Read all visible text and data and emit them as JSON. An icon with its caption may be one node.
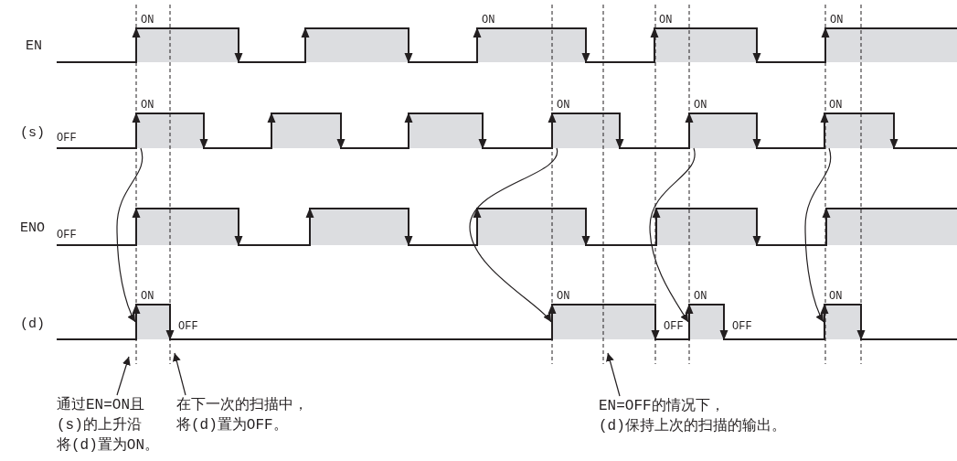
{
  "diagram": {
    "nodes": [
      {
        "text": [
          "ON"
        ]
      },
      {
        "text": [],
        "shape": "bar"
      },
      {
        "text": [
          "ON"
        ]
      },
      {
        "text": [
          "ON"
        ]
      },
      {
        "text": [
          "ON"
        ]
      },
      {
        "text": [
          "ON"
        ]
      },
      {
        "text": [],
        "shape": "bar"
      },
      {
        "text": [],
        "shape": "bar"
      },
      {
        "text": [
          "ON"
        ]
      },
      {
        "text": [
          "ON"
        ]
      },
      {
        "text": [
          "ON"
        ]
      },
      {
        "text": [],
        "shape": "bar"
      },
      {
        "text": [],
        "shape": "bar"
      },
      {
        "text": [],
        "shape": "bar"
      },
      {
        "text": [],
        "shape": "bar"
      },
      {
        "text": [],
        "shape": "bar"
      },
      {
        "text": [
          "ON"
        ],
        "beside": [
          "OFF"
        ]
      },
      {
        "text": [
          "ON"
        ],
        "beside": [
          "OFF"
        ]
      },
      {
        "text": [
          "ON"
        ],
        "beside": [
          "OFF"
        ]
      },
      {
        "text": [
          "ON"
        ]
      },
      {
        "text": [
          "通过EN=ON且(s)的上升沿将(d)置为ON。"
        ]
      },
      {
        "text": [
          "在下一次的扫描中，将(d)置为OFF。"
        ]
      },
      {
        "text": [
          "EN=OFF的情况下，(d)保持上次的扫描的输出。"
        ]
      }
    ],
    "edges": [
      {
        "from": 5,
        "to": 16,
        "arrow": "to"
      },
      {
        "from": 8,
        "to": 17,
        "arrow": "to"
      },
      {
        "from": 9,
        "to": 18,
        "arrow": "to"
      },
      {
        "from": 10,
        "to": 19,
        "arrow": "to"
      },
      {
        "from": 20,
        "to": 16,
        "arrow": "to"
      },
      {
        "from": 21,
        "to": 16,
        "arrow": "to"
      },
      {
        "from": 22,
        "to": 17,
        "arrow": "to"
      }
    ],
    "labels": [
      "EN",
      "(s)",
      "OFF",
      "ENO",
      "OFF",
      "(d)"
    ]
  }
}
